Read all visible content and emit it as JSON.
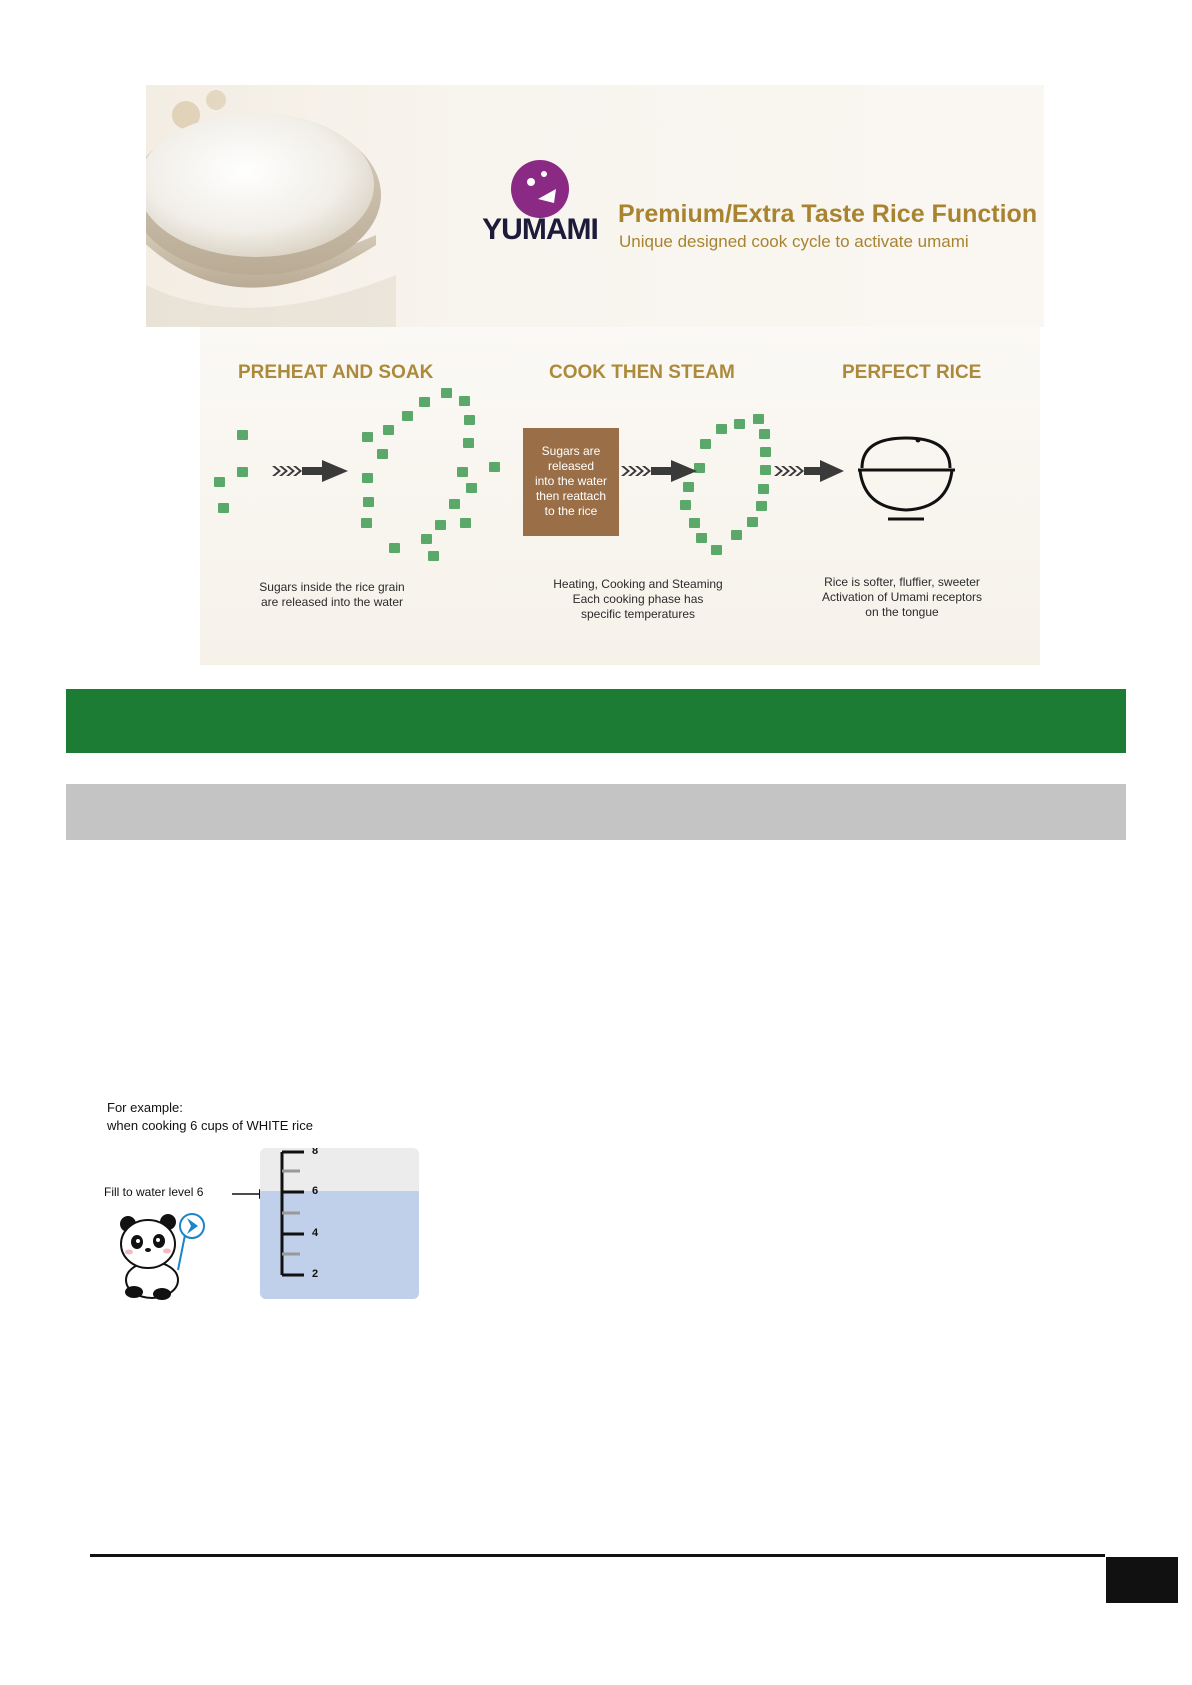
{
  "banner": {
    "brand": "YUMAMI",
    "title": "Premium/Extra Taste Rice Function",
    "subtitle": "Unique designed cook cycle to activate umami",
    "logo_color": "#8b2a84",
    "text_color": "#a88431"
  },
  "process": {
    "steps": [
      {
        "title": "PREHEAT AND SOAK",
        "caption_lines": [
          "Sugars inside the rice grain",
          "are released into the water"
        ]
      },
      {
        "title": "COOK THEN STEAM",
        "caption_lines": [
          "Heating, Cooking and Steaming",
          "Each cooking phase has",
          "specific temperatures"
        ]
      },
      {
        "title": "PERFECT RICE",
        "caption_lines": [
          "Rice is softer, fluffier, sweeter",
          "Activation of Umami receptors",
          "on the tongue"
        ]
      }
    ],
    "sugar_box_lines": [
      "Sugars are",
      "released",
      "into the water",
      "then reattach",
      "to the rice"
    ],
    "dot_color": "#5aa86a",
    "sugar_box_color": "#9a6f47"
  },
  "bars": {
    "green_color": "#1c7c34",
    "grey_color": "#c4c4c4"
  },
  "example": {
    "line1": "For example:",
    "line2": "when cooking 6 cups of WHITE rice",
    "fill_label": "Fill to water level 6",
    "scale_labels": [
      "8",
      "6",
      "4",
      "2"
    ],
    "water_level": 6,
    "scale_min": 2,
    "scale_max": 8,
    "water_color": "#c0d0ea",
    "pointer_color": "#1a85c8"
  }
}
